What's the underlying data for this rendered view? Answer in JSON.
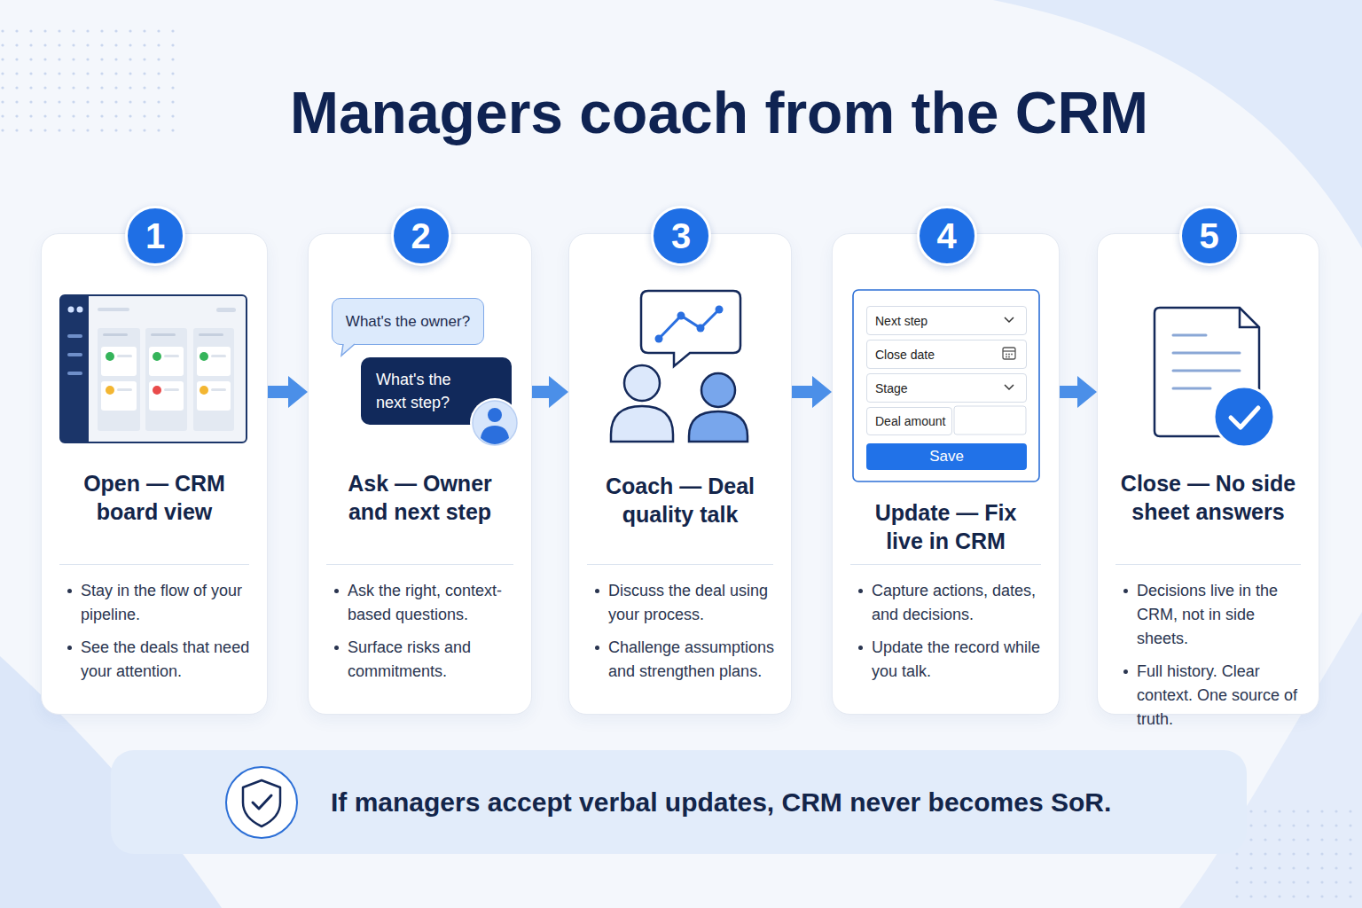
{
  "diagram": {
    "title": "Managers coach from the CRM",
    "nodes": [
      {
        "text": [
          "Open — CRM board view",
          "Stay in the flow of your pipeline.",
          "See the deals that need your attention."
        ]
      },
      {
        "text": [
          "1"
        ],
        "in": 0
      },
      {
        "text": [
          "Ask — Owner and next step",
          "Ask the right, context-based questions.",
          "Surface risks and commitments."
        ]
      },
      {
        "text": [
          "2"
        ],
        "in": 2
      },
      {
        "text": [
          "What's the owner?"
        ],
        "in": 2
      },
      {
        "text": [
          "What's the next step?"
        ],
        "in": 2
      },
      {
        "text": [
          "Coach — Deal quality talk",
          "Discuss the deal using your process.",
          "Challenge assumptions and strengthen plans."
        ]
      },
      {
        "text": [
          "3"
        ],
        "in": 6
      },
      {
        "text": [
          "Update — Fix live in CRM",
          "Capture actions, dates, and decisions.",
          "Update the record while you talk."
        ]
      },
      {
        "text": [
          "4"
        ],
        "in": 8
      },
      {
        "text": [
          "Next step"
        ],
        "in": 8
      },
      {
        "text": [
          "Close date"
        ],
        "in": 8
      },
      {
        "text": [
          "Stage"
        ],
        "in": 8
      },
      {
        "text": [
          "Deal amount"
        ],
        "in": 8
      },
      {
        "text": [
          "Save"
        ],
        "in": 8
      },
      {
        "text": [
          "Close — No side sheet answers",
          "Decisions live in the CRM, not in side sheets.",
          "Full history. Clear context. One source of truth."
        ]
      },
      {
        "text": [
          "5"
        ],
        "in": 15
      },
      {
        "text": [
          "If managers accept verbal updates, CRM never becomes SoR."
        ]
      }
    ],
    "edges": [
      {
        "from": 0,
        "to": 2,
        "arrow": "to"
      },
      {
        "from": 2,
        "to": 6,
        "arrow": "to"
      },
      {
        "from": 6,
        "to": 8,
        "arrow": "to"
      },
      {
        "from": 8,
        "to": 15,
        "arrow": "to"
      }
    ]
  }
}
